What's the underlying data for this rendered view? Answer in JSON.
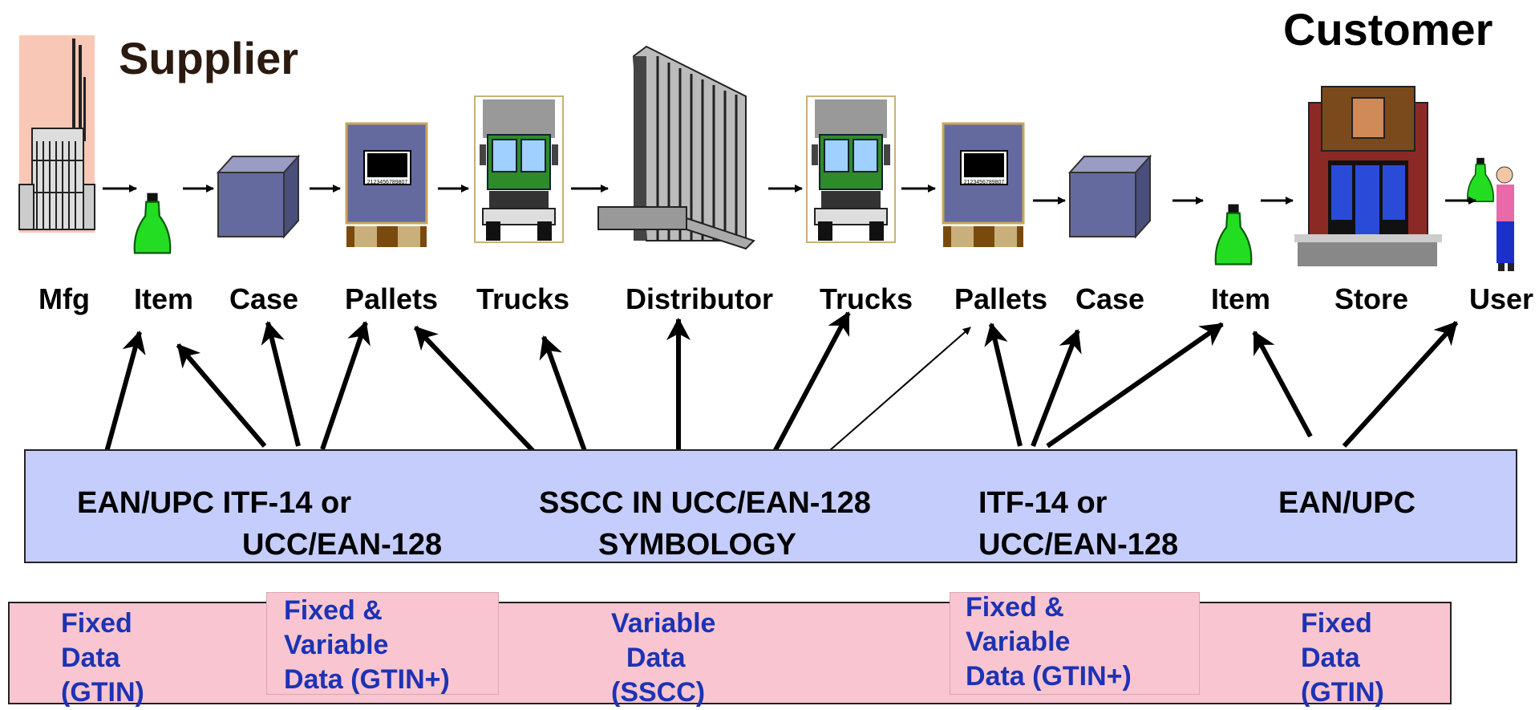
{
  "titles": {
    "supplier": "Supplier",
    "customer": "Customer"
  },
  "stages": [
    "Mfg",
    "Item",
    "Case",
    "Pallets",
    "Trucks",
    "Distributor",
    "Trucks",
    "Pallets",
    "Case",
    "Item",
    "Store",
    "User"
  ],
  "symbologies": {
    "left_1": "EAN/UPC ITF-14 or",
    "left_2": "UCC/EAN-128",
    "center_1": "SSCC IN UCC/EAN-128",
    "center_2": "SYMBOLOGY",
    "right_1": "ITF-14 or",
    "right_2": "UCC/EAN-128",
    "far_right": "EAN/UPC"
  },
  "data_types": [
    "Fixed\nData\n(GTIN)",
    "Fixed &\nVariable\nData (GTIN+)",
    "Variable\n  Data\n(SSCC)",
    "Fixed &\nVariable\nData (GTIN+)",
    "Fixed\nData\n(GTIN)"
  ],
  "pallet_barcode": "2123456789807",
  "colors": {
    "symbology_band": "#c5cdfc",
    "data_band": "#f9c5d1",
    "data_text": "#1c33b4",
    "bottle": "#22dd22",
    "truck_cab": "#2f8a2a",
    "case": "#656a9e"
  },
  "icons": [
    "factory-icon",
    "bottle-icon",
    "case-box-icon",
    "pallet-icon",
    "truck-icon",
    "distributor-building-icon",
    "store-icon",
    "user-person-icon"
  ]
}
